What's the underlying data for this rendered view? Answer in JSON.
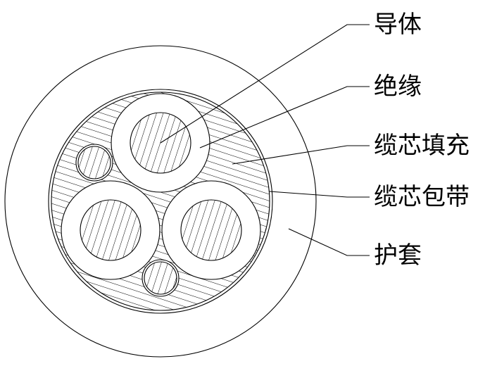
{
  "title": "Cable cross-section",
  "labels": {
    "conductor": "导体",
    "insulation": "绝缘",
    "filler": "缆芯填充",
    "wrapping_tape": "缆芯包带",
    "sheath": "护套"
  },
  "colors": {
    "line": "#000000",
    "background": "#ffffff"
  }
}
